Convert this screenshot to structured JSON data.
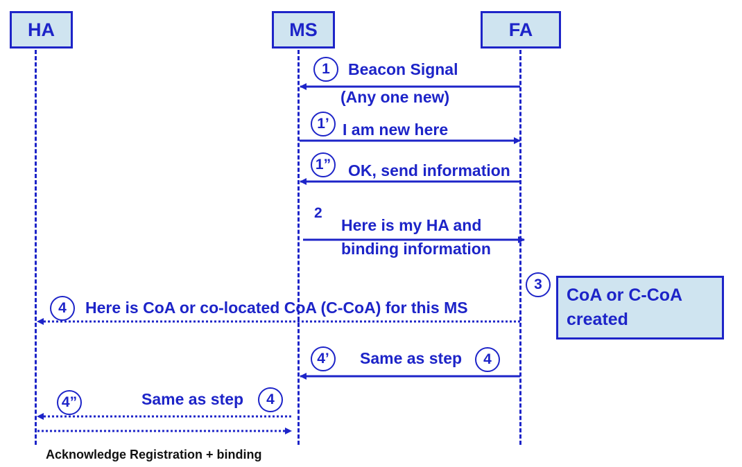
{
  "entities": {
    "ha": "HA",
    "ms": "MS",
    "fa": "FA"
  },
  "colors": {
    "accent": "#1d24c8",
    "box_fill": "#cfe4f0"
  },
  "steps": {
    "s1": "1",
    "s1a": "1’",
    "s1b": "1”",
    "s2": "2",
    "s3": "3",
    "s4": "4",
    "s4a": "4’",
    "s4a_ref": "4",
    "s4b": "4”",
    "s4b_ref": "4"
  },
  "messages": {
    "beacon": "Beacon Signal",
    "beacon_sub": "(Any one new)",
    "new_here": "I am new here",
    "ok_send": "OK, send information",
    "ha_binding_1": "Here is my HA and",
    "ha_binding_2": "binding information",
    "coa": "Here is CoA or co-located CoA (C-CoA) for this MS",
    "same_as_step_a": "Same as step",
    "same_as_step_b": "Same as step"
  },
  "note": {
    "line1": "CoA or C-CoA",
    "line2": "created"
  },
  "footer": "Acknowledge Registration + binding"
}
